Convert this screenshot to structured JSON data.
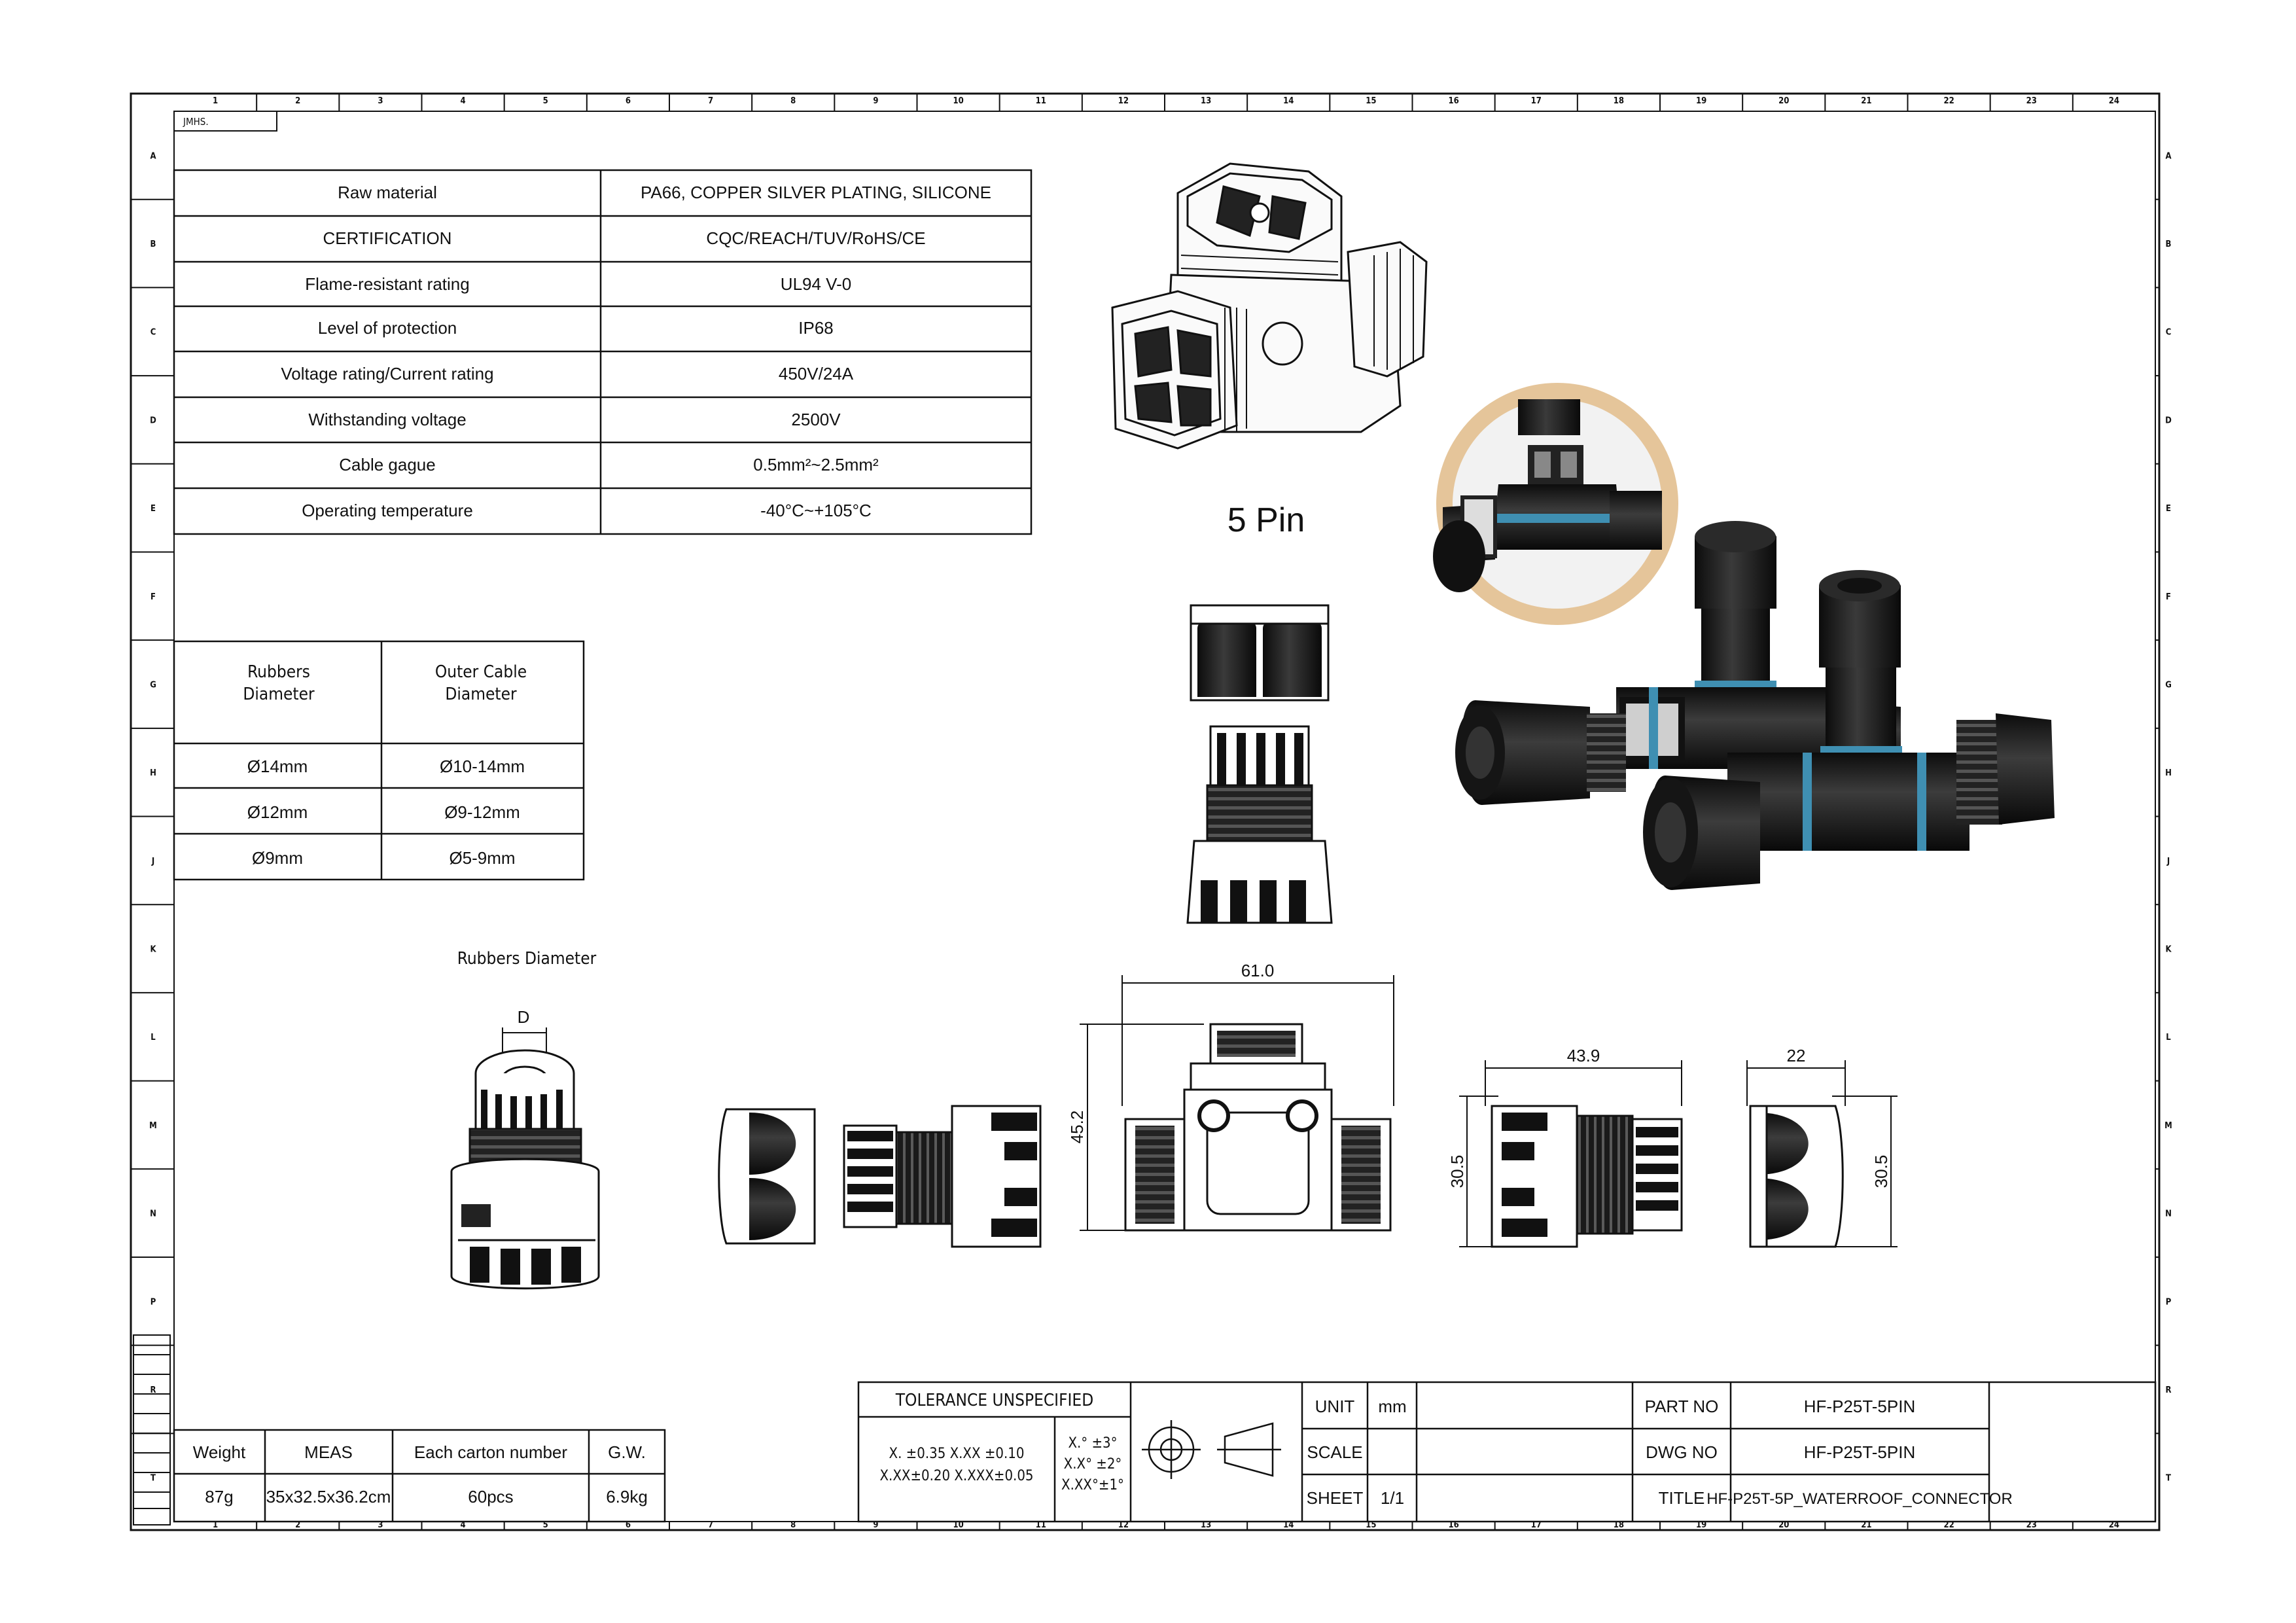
{
  "title_tag": "JMHS.",
  "spec_table": [
    {
      "label": "Raw material",
      "value": "PA66, COPPER SILVER PLATING, SILICONE"
    },
    {
      "label": "CERTIFICATION",
      "value": "CQC/REACH/TUV/RoHS/CE"
    },
    {
      "label": "Flame-resistant rating",
      "value": "UL94 V-0"
    },
    {
      "label": "Level of protection",
      "value": "IP68"
    },
    {
      "label": "Voltage rating/Current rating",
      "value": "450V/24A"
    },
    {
      "label": "Withstanding voltage",
      "value": "2500V"
    },
    {
      "label": "Cable gague",
      "value": "0.5mm²~2.5mm²"
    },
    {
      "label": "Operating temperature",
      "value": "-40°C~+105°C"
    }
  ],
  "cable_table": {
    "headers": [
      "Rubbers Diameter",
      "Outer Cable Diameter"
    ],
    "rows": [
      [
        "Ø14mm",
        "Ø10-14mm"
      ],
      [
        "Ø12mm",
        "Ø9-12mm"
      ],
      [
        "Ø9mm",
        "Ø5-9mm"
      ]
    ]
  },
  "pin_label": "5 Pin",
  "rubber_label": "Rubbers Diameter",
  "rubber_symbol": "D",
  "dimensions": {
    "width": "61.0",
    "height": "45.2",
    "side_length": "43.9",
    "side_height": "30.5",
    "end_width": "22",
    "end_height": "30.5"
  },
  "packing": {
    "headers": [
      "Weight",
      "MEAS",
      "Each carton number",
      "G.W."
    ],
    "values": [
      "87g",
      "35x32.5x36.2cm",
      "60pcs",
      "6.9kg"
    ]
  },
  "title_block": {
    "tolerance_header": "TOLERANCE UNSPECIFIED",
    "tol_line1": "X. ±0.35 X.XX ±0.10",
    "tol_line2": "X.XX±0.20 X.XXX±0.05",
    "ang_line1": "X.° ±3°",
    "ang_line2": "X.X° ±2°",
    "ang_line3": "X.XX°±1°",
    "unit_label": "UNIT",
    "unit_value": "mm",
    "scale_label": "SCALE",
    "sheet_label": "SHEET",
    "sheet_value": "1/1",
    "part_label": "PART NO",
    "part_value": "HF-P25T-5PIN",
    "dwg_label": "DWG NO",
    "dwg_value": "HF-P25T-5PIN",
    "title_label": "TITLE",
    "title_value": "HF-P25T-5P_WATERROOF_CONNECTOR"
  },
  "grid": {
    "columns": [
      "1",
      "2",
      "3",
      "4",
      "5",
      "6",
      "7",
      "8",
      "9",
      "10",
      "11",
      "12",
      "13",
      "14",
      "15",
      "16",
      "17",
      "18",
      "19",
      "20",
      "21",
      "22",
      "23",
      "24"
    ],
    "rows": [
      "A",
      "B",
      "C",
      "D",
      "E",
      "F",
      "G",
      "H",
      "J",
      "K",
      "L",
      "M",
      "N",
      "P",
      "R",
      "T"
    ]
  },
  "colors": {
    "line": "#111111",
    "accent_ring": "#e5c59a",
    "seal_blue": "#3f8fb2",
    "body": "#1b1b1b"
  }
}
